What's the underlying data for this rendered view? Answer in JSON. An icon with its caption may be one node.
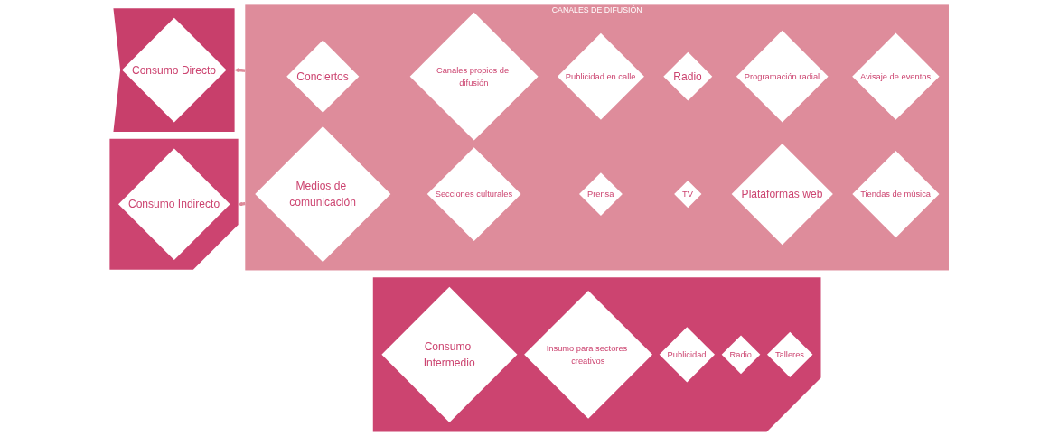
{
  "diagram": {
    "nodes": [
      {
        "text": [],
        "shape": "triangle"
      },
      {
        "text": [
          "Consumo Intermedio"
        ],
        "in": 0
      },
      {
        "text": [
          "Insumo para sectores creativos"
        ],
        "in": 0
      },
      {
        "text": [
          "Publicidad"
        ],
        "in": 0
      },
      {
        "text": [
          "Radio"
        ],
        "in": 0
      },
      {
        "text": [
          "Talleres"
        ],
        "in": 0
      },
      {
        "text": [],
        "shape": "band"
      },
      {
        "text": [
          "Consumo Directo"
        ],
        "in": 6
      },
      {
        "text": [],
        "shape": "triangle"
      },
      {
        "text": [
          "Consumo Indirecto"
        ],
        "in": 8
      },
      {
        "text": [
          "CANALES DE DIFUSIÓN"
        ]
      },
      {
        "text": [
          "Conciertos"
        ],
        "in": 10
      },
      {
        "text": [
          "Canales propios de difusión"
        ],
        "in": 10
      },
      {
        "text": [
          "Publicidad en calle"
        ],
        "in": 10
      },
      {
        "text": [
          "Radio"
        ],
        "in": 10
      },
      {
        "text": [
          "Programación radial"
        ],
        "in": 10
      },
      {
        "text": [
          "Avisaje de eventos"
        ],
        "in": 10
      },
      {
        "text": [
          "Medios de comunicación"
        ],
        "in": 10
      },
      {
        "text": [
          "Secciones culturales"
        ],
        "in": 10
      },
      {
        "text": [
          "Prensa"
        ],
        "in": 10
      },
      {
        "text": [
          "TV"
        ],
        "in": 10
      },
      {
        "text": [
          "Plataformas web"
        ],
        "in": 10
      },
      {
        "text": [
          "Tiendas de música"
        ],
        "in": 10
      }
    ],
    "edges": [
      {
        "from": 10,
        "to": 6,
        "arrow": "to"
      },
      {
        "from": 10,
        "to": 8,
        "arrow": "to"
      }
    ]
  }
}
